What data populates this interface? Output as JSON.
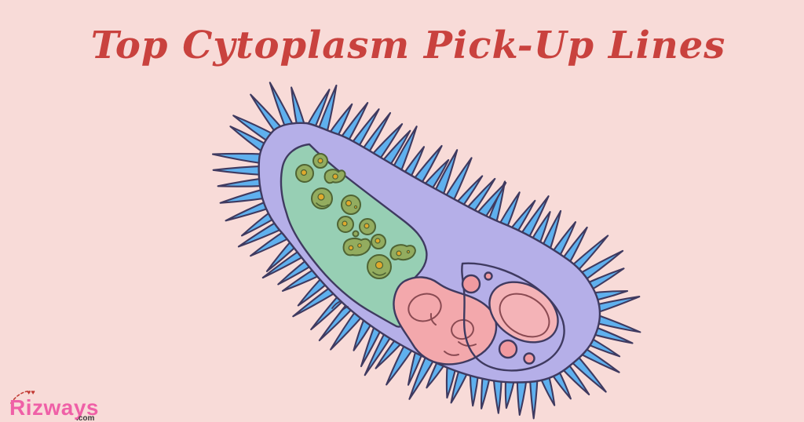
{
  "page": {
    "background": "#f8dbd8"
  },
  "title": {
    "text": "Top Cytoplasm Pick-Up Lines",
    "color": "#c9423e"
  },
  "watermark": {
    "brand": "Rizways",
    "suffix": ".com",
    "hearts": "♥♥",
    "brand_color": "#ef60a7",
    "suffix_color": "#3b3b3b",
    "accent_color": "#c23b35"
  },
  "illustration": {
    "subject": "cartoon paramecium single-cell organism with cilia",
    "cilia_count": 76,
    "colors": {
      "outline": "#3f3a60",
      "cilia_blue": "#5fb0ee",
      "body_lavender": "#b5afe8",
      "endoplasm_green": "#97cfb4",
      "vacuole_olive": "#93ac5f",
      "vacuole_outline": "#4f6434",
      "vacuole_dot_yellow": "#dfa92c",
      "nucleus_pink": "#f3a8ac",
      "nucleus_inner_pink": "#f6bcbc",
      "tail_oval_light": "#f4b3b7",
      "tail_oval_dark": "#ee919c",
      "small_circle_pink": "#f19aa0",
      "detail_stroke": "#8a4a52"
    }
  }
}
